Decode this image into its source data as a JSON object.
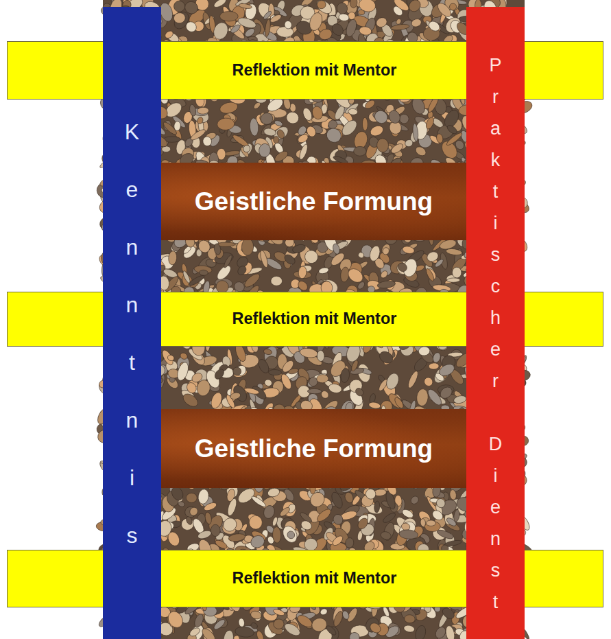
{
  "diagram": {
    "nodes": [
      {
        "text": [
          "Kenntnis"
        ]
      },
      {
        "text": [
          "Reflektion mit Mentor"
        ]
      },
      {
        "text": [
          "Geistliche Formung"
        ]
      },
      {
        "text": [
          "Reflektion mit Mentor"
        ]
      },
      {
        "text": [
          "Geistliche Formung"
        ]
      },
      {
        "text": [
          "Reflektion mit Mentor"
        ]
      },
      {
        "text": [
          "Praktischer Dienst"
        ]
      }
    ]
  }
}
